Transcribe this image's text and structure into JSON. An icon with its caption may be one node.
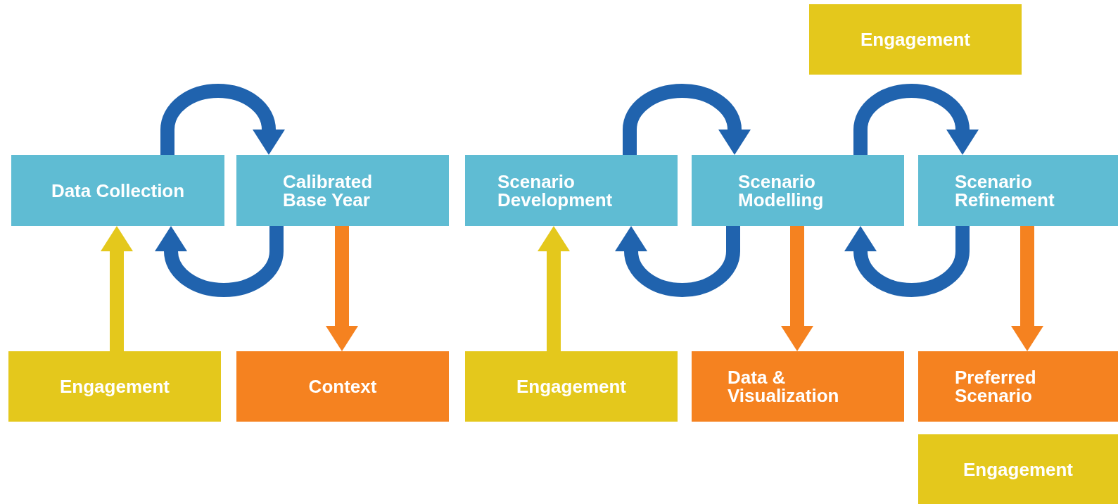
{
  "diagram": {
    "nodes": [
      {
        "text": [
          "Engagement"
        ]
      },
      {
        "text": [
          "Data Collection"
        ]
      },
      {
        "text": [
          "Calibrated Base Year"
        ]
      },
      {
        "text": [
          "Scenario Development"
        ]
      },
      {
        "text": [
          "Scenario Modelling"
        ]
      },
      {
        "text": [
          "Scenario Refinement"
        ]
      },
      {
        "text": [
          "Engagement"
        ]
      },
      {
        "text": [
          "Context"
        ]
      },
      {
        "text": [
          "Engagement"
        ]
      },
      {
        "text": [
          "Data & Visualization"
        ]
      },
      {
        "text": [
          "Preferred Scenario"
        ]
      },
      {
        "text": [
          "Engagement"
        ]
      }
    ],
    "edges": [
      {
        "from": 6,
        "to": 1,
        "arrow": "to",
        "color": "#e4c81c"
      },
      {
        "from": 1,
        "to": 2,
        "arrow": "to"
      },
      {
        "from": 2,
        "to": 1,
        "arrow": "to"
      },
      {
        "from": 2,
        "to": 7,
        "arrow": "to",
        "color": "#f58220"
      },
      {
        "from": 8,
        "to": 3,
        "arrow": "to",
        "color": "#e4c81c"
      },
      {
        "from": 3,
        "to": 4,
        "arrow": "to"
      },
      {
        "from": 4,
        "to": 3,
        "arrow": "to"
      },
      {
        "from": 4,
        "to": 9,
        "arrow": "to",
        "color": "#f58220"
      },
      {
        "from": 4,
        "to": 5,
        "arrow": "to"
      },
      {
        "from": 5,
        "to": 4,
        "arrow": "to"
      },
      {
        "from": 5,
        "to": 10,
        "arrow": "to",
        "color": "#f58220"
      }
    ]
  }
}
